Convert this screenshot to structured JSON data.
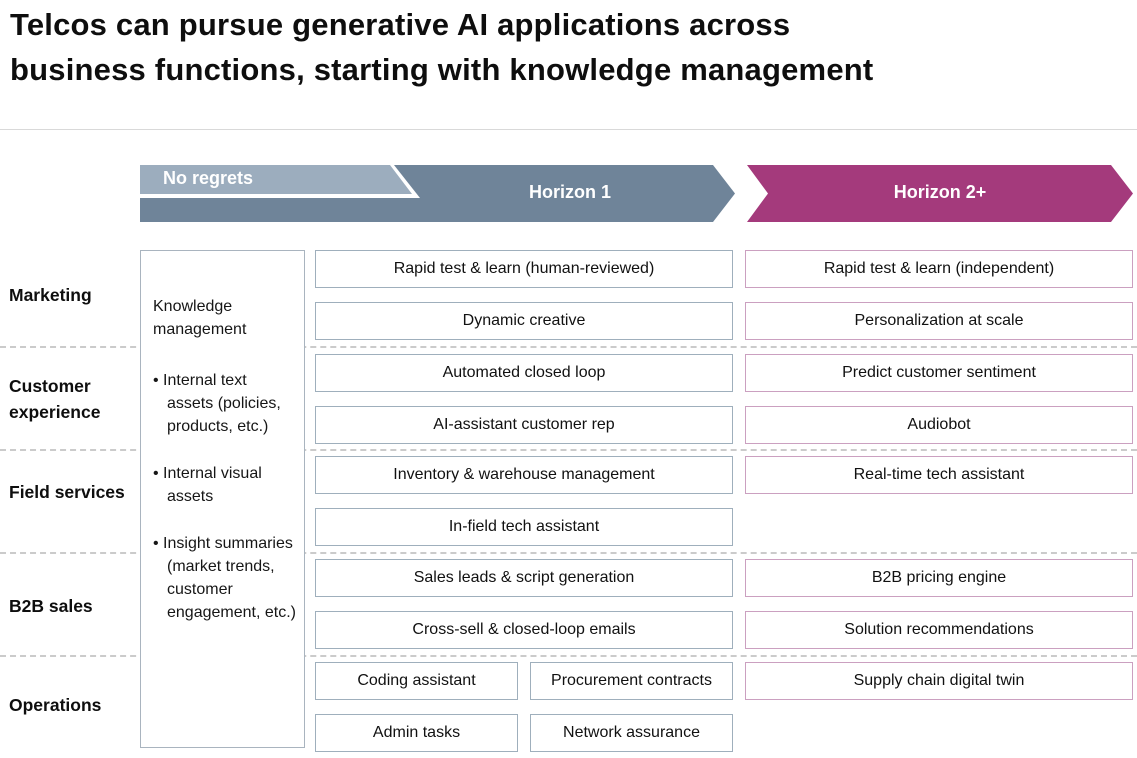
{
  "title": {
    "line1": "Telcos can pursue generative AI applications across",
    "line2": "business functions, starting with knowledge management",
    "full": "Telcos can pursue generative AI applications across business functions, starting with knowledge management"
  },
  "header": {
    "no_regrets_label": "No regrets",
    "horizon1_label": "Horizon 1",
    "horizon2_label": "Horizon 2+"
  },
  "colors": {
    "no_regrets_fill": "#9cadbe",
    "horizon1_fill": "#6f8499",
    "horizon2_fill": "#a43a7c",
    "h1_box_border": "#9fafbc",
    "h2_box_border": "#cba0c0",
    "knowledge_box_border": "#a9b4bf",
    "dashed_separator": "#cbcbcb",
    "title_text": "#0e0e0e",
    "header_text": "#ffffff"
  },
  "knowledge_box": {
    "heading": "Knowledge management",
    "bullets": [
      "Internal text assets (policies, products, etc.)",
      "Internal visual assets",
      "Insight summaries (market trends, customer engagement, etc.)"
    ]
  },
  "rows": [
    {
      "label": "Marketing",
      "horizon1": [
        "Rapid test & learn (human-reviewed)",
        "Dynamic creative"
      ],
      "horizon2": [
        "Rapid test & learn (independent)",
        "Personalization at scale"
      ]
    },
    {
      "label": "Customer experience",
      "horizon1": [
        "Automated closed loop",
        "AI-assistant customer rep"
      ],
      "horizon2": [
        "Predict customer sentiment",
        "Audiobot"
      ]
    },
    {
      "label": "Field services",
      "horizon1": [
        "Inventory & warehouse management",
        "In-field tech assistant"
      ],
      "horizon2": [
        "Real-time tech assistant"
      ]
    },
    {
      "label": "B2B sales",
      "horizon1": [
        "Sales leads & script generation",
        "Cross-sell & closed-loop emails"
      ],
      "horizon2": [
        "B2B pricing engine",
        "Solution recommendations"
      ]
    },
    {
      "label": "Operations",
      "horizon1": [
        [
          "Coding assistant",
          "Procurement contracts"
        ],
        [
          "Admin tasks",
          "Network assurance"
        ]
      ],
      "horizon2": [
        "Supply chain digital twin"
      ]
    }
  ]
}
